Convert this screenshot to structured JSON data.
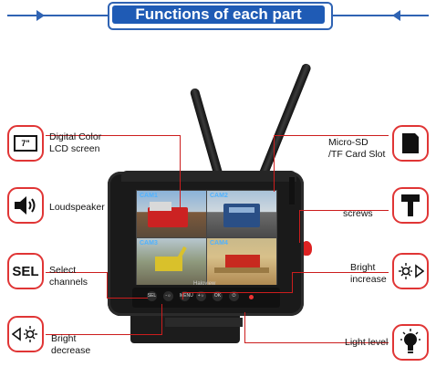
{
  "title": "Functions of each part",
  "labels": {
    "lcd": "Digital Color",
    "lcd2": "LCD screen",
    "speaker": "Loudspeaker",
    "select": "Select",
    "select2": "channels",
    "bright_dec": "Bright",
    "bright_dec2": "decrease",
    "sd": "Micro-SD",
    "sd2": "/TF Card Slot",
    "screws": "screws",
    "bright_inc": "Bright",
    "bright_inc2": "increase",
    "light": "Light level"
  },
  "icons": {
    "lcd_text": "7\"",
    "sel_text": "SEL"
  },
  "cams": [
    "CAM1",
    "CAM2",
    "CAM3",
    "CAM4"
  ],
  "buttons": [
    "SEL",
    "-☼",
    "MENU",
    "+☼",
    "OK",
    "⏻"
  ],
  "brand": "Haloview",
  "colors": {
    "accent": "#1f5bb5",
    "callout": "#e03535"
  }
}
